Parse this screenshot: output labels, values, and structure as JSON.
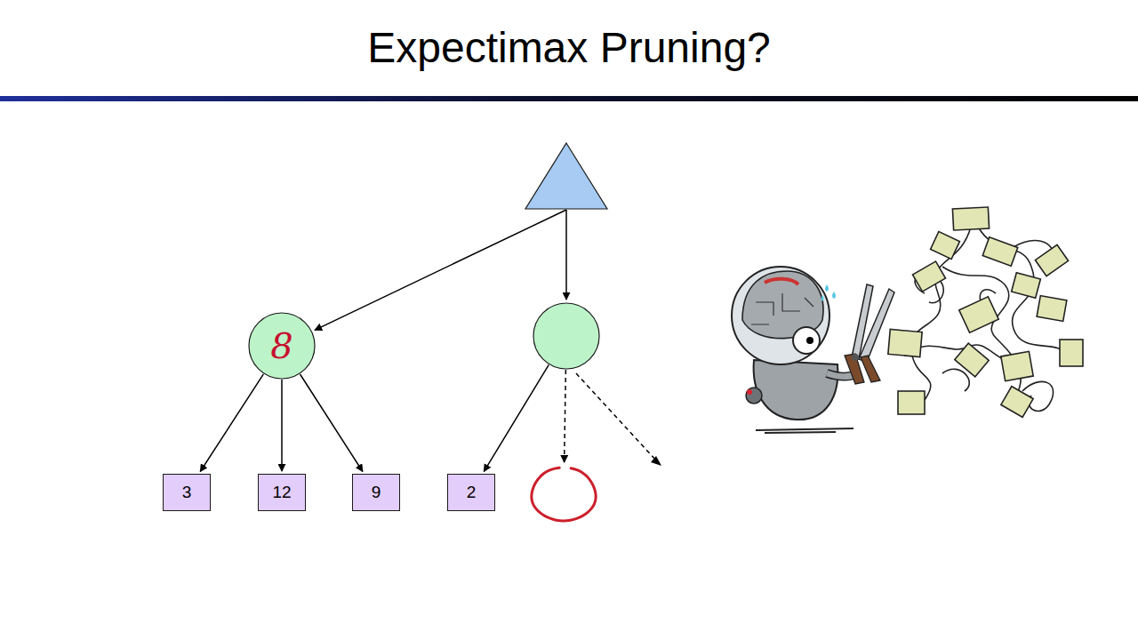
{
  "diagram": {
    "title": "Expectimax Pruning?",
    "nodes": [
      {
        "text": []
      },
      {
        "text": [
          "8"
        ]
      },
      {
        "text": []
      },
      {
        "text": [
          "3"
        ]
      },
      {
        "text": [
          "12"
        ]
      },
      {
        "text": [
          "9"
        ]
      },
      {
        "text": [
          "2"
        ]
      },
      {
        "text": []
      }
    ],
    "edges": [
      {
        "from": 0,
        "to": 1,
        "arrow": "to"
      },
      {
        "from": 0,
        "to": 2,
        "arrow": "to"
      },
      {
        "from": 1,
        "to": 3,
        "arrow": "to"
      },
      {
        "from": 1,
        "to": 4,
        "arrow": "to"
      },
      {
        "from": 1,
        "to": 5,
        "arrow": "to"
      },
      {
        "from": 2,
        "to": 6,
        "arrow": "to"
      },
      {
        "from": 2,
        "to": 7,
        "arrow": "to"
      }
    ]
  }
}
